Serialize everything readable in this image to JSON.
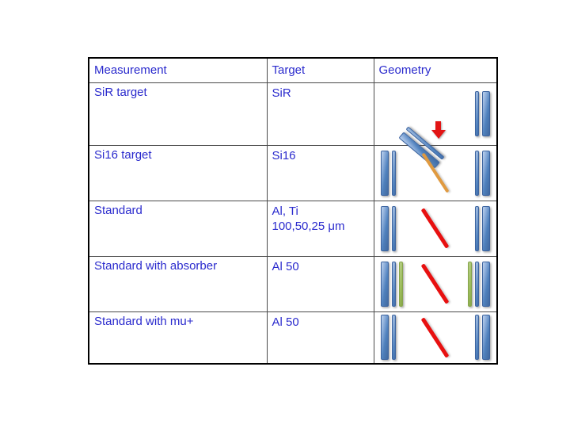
{
  "table": {
    "columns": [
      "Measurement",
      "Target",
      "Geometry"
    ],
    "rows": [
      {
        "measurement": "SiR target",
        "target": "SiR",
        "geometry": {
          "description": "tilted target pair with downward red beam arrow, thin+thick vertical detector bars at right",
          "left_bars": [],
          "center": "tilted-pair-with-arrow",
          "right_bars": [
            "thin-blue",
            "thick-blue"
          ]
        }
      },
      {
        "measurement": "Si16 target",
        "target": "Si16",
        "geometry": {
          "description": "vertical detector bars both sides, orange diagonal target line",
          "left_bars": [
            "thick-blue",
            "thin-blue"
          ],
          "center": "orange-line",
          "right_bars": [
            "thin-blue",
            "thick-blue"
          ]
        }
      },
      {
        "measurement": "Standard",
        "target": "Al, Ti\n100,50,25 μm",
        "geometry": {
          "description": "vertical detector bars both sides, red diagonal target line",
          "left_bars": [
            "thick-blue",
            "thin-blue"
          ],
          "center": "red-line",
          "right_bars": [
            "thin-blue",
            "thick-blue"
          ]
        }
      },
      {
        "measurement": "Standard with absorber",
        "target": "Al 50",
        "geometry": {
          "description": "detector bars plus green absorber bars both sides, red diagonal target line",
          "left_bars": [
            "thick-blue",
            "thin-blue",
            "thin-green"
          ],
          "center": "red-line",
          "right_bars": [
            "thin-green",
            "thin-blue",
            "thick-blue"
          ]
        }
      },
      {
        "measurement": "Standard with mu+",
        "target": "Al 50",
        "geometry": {
          "description": "vertical detector bars both sides, red diagonal target line",
          "left_bars": [
            "thick-blue",
            "thin-blue"
          ],
          "center": "red-line",
          "right_bars": [
            "thin-blue",
            "thick-blue"
          ]
        }
      }
    ]
  },
  "colors": {
    "text_blue": "#2a2acd",
    "bar_blue": "#4f81bd",
    "bar_green": "#9bbb59",
    "line_orange": "#e09a40",
    "line_red": "#e81010",
    "arrow_red": "#e21414",
    "border_outer": "#000000",
    "border_inner": "#4a4a4a"
  }
}
